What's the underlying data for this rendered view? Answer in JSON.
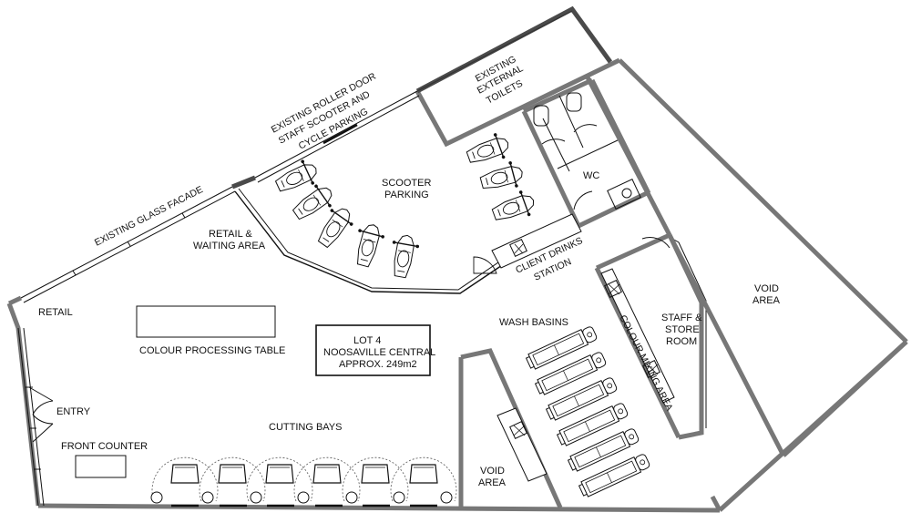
{
  "plan": {
    "labels": {
      "existing_glass_facade": "EXISTING GLASS FACADE",
      "roller_door_line1": "EXISTING ROLLER DOOR",
      "roller_door_line2": "STAFF SCOOTER AND",
      "roller_door_line3": "CYCLE PARKING",
      "toilets_line1": "EXISTING",
      "toilets_line2": "EXTERNAL",
      "toilets_line3": "TOILETS",
      "scooter_line1": "SCOOTER",
      "scooter_line2": "PARKING",
      "retail_waiting_line1": "RETAIL &",
      "retail_waiting_line2": "WAITING AREA",
      "wc": "WC",
      "client_drinks_line1": "CLIENT DRINKS",
      "client_drinks_line2": "STATION",
      "void_right_line1": "VOID",
      "void_right_line2": "AREA",
      "retail": "RETAIL",
      "colour_processing_table": "COLOUR PROCESSING TABLE",
      "lot_line1": "LOT 4",
      "lot_line2": "NOOSAVILLE CENTRAL",
      "lot_line3": "APPROX. 249m2",
      "wash_basins": "WASH BASINS",
      "staff_store_line1": "STAFF &",
      "staff_store_line2": "STORE",
      "staff_store_line3": "ROOM",
      "colour_mixing_area": "COLOUR MIXING AREA",
      "entry": "ENTRY",
      "front_counter": "FRONT COUNTER",
      "cutting_bays": "CUTTING BAYS",
      "void_bottom_line1": "VOID",
      "void_bottom_line2": "AREA"
    },
    "colors": {
      "wall": "#777777",
      "line": "#111111",
      "background": "#ffffff"
    }
  }
}
